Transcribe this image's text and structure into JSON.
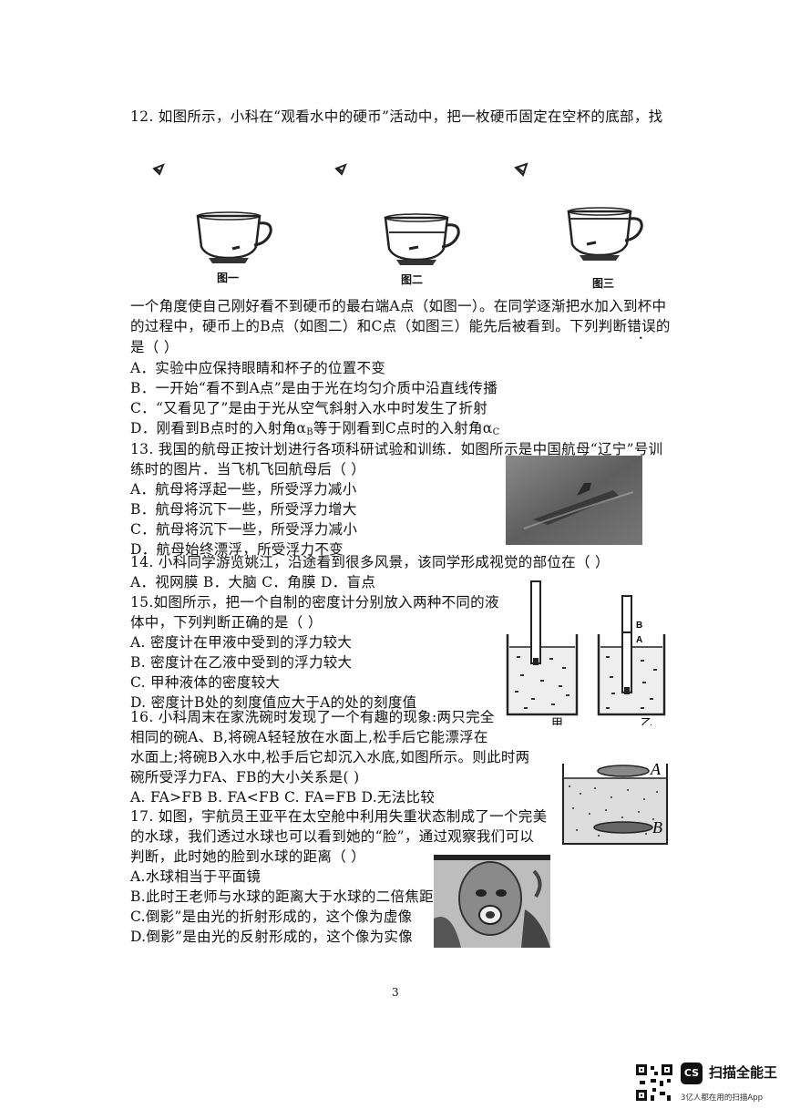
{
  "q12": {
    "line1": "12. 如图所示，小科在“观看水中的硬币”活动中，把一枚硬币固定在空杯的底部，找",
    "caption1": "图一",
    "caption2": "图二",
    "caption3": "图三",
    "line2": "一个角度使自己刚好看不到硬币的最右端A点（如图一）。在同学逐渐把水加入到杯中",
    "line3_pre": "的过程中，硬币上的B点（如图二）和C点（如图三）能先后被看到。下列判断",
    "line3_emph": "错误",
    "line3_post": "的",
    "line4": "是（  ）",
    "optA": "A．实验中应保持眼睛和杯子的位置不变",
    "optB": "B．一开始“看不到A点”是由于光在均匀介质中沿直线传播",
    "optC": "C．“又看见了”是由于光从空气斜射入水中时发生了折射",
    "optD_pre": "D．刚看到B点时的入射角α",
    "optD_sub1": "B",
    "optD_mid": "等于刚看到C点时的入射角α",
    "optD_sub2": "C"
  },
  "q13": {
    "line1": "13. 我国的航母正按计划进行各项科研试验和训练．如图所示是中国航母“辽宁”号训",
    "line2": "练时的图片．当飞机飞回航母后（     ）",
    "optA": "A．航母将浮起一些，所受浮力减小",
    "optB": "B．航母将沉下一些，所受浮力增大",
    "optC": "C．航母将沉下一些，所受浮力减小",
    "optD": "D．航母始终漂浮，所受浮力不变"
  },
  "q14": {
    "line1": "14. 小科同学游览姚江，沿途看到很多风景，该同学形成视觉的部位在（     ）",
    "options": "A．视网膜  B．大脑     C．角膜     D．盲点"
  },
  "q15": {
    "line1": "15.如图所示，把一个自制的密度计分别放入两种不同的液",
    "line2": "体中，下列判断正确的是（     ）",
    "optA": "A.    密度计在甲液中受到的浮力较大",
    "optB": "B.    密度计在乙液中受到的浮力较大",
    "optC": "C.    甲种液体的密度较大",
    "optD": "D.    密度计B处的刻度值应大于A的处的刻度值",
    "fig_label_left": "甲",
    "fig_label_right": "乙",
    "fig_mark_b": "B",
    "fig_mark_a": "A"
  },
  "q16": {
    "line1": "16. 小科周末在家洗碗时发现了一个有趣的现象:两只完全",
    "line2": "相同的碗A、B,将碗A轻轻放在水面上,松手后它能漂浮在",
    "line3": "水面上;将碗B入水中,松手后它却沉入水底,如图所示。则此时两",
    "line4": "碗所受浮力FA、FB的大小关系是(     )",
    "options": "A. FA>FB       B.  FA<FB       C.  FA=FB        D.无法比较",
    "fig_label_a": "A",
    "fig_label_b": "B"
  },
  "q17": {
    "line1": "17. 如图，宇航员王亚平在太空舱中利用失重状态制成了一个完美",
    "line2": "的水球，我们透过水球也可以看到她的“脸”，通过观察我们可以",
    "line3": "判断，此时她的脸到水球的距离（     ）",
    "optA": "A.水球相当于平面镜",
    "optB": "B.此时王老师与水球的距离大于水球的二倍焦距",
    "optC": "C.倒影”是由光的折射形成的，这个像为虚像",
    "optD": "D.倒影”是由光的反射形成的，这个像为实像"
  },
  "footer": {
    "page_number": "3",
    "logo_text": "CS",
    "brand": "扫描全能王",
    "tagline": "3亿人都在用的扫描App"
  }
}
